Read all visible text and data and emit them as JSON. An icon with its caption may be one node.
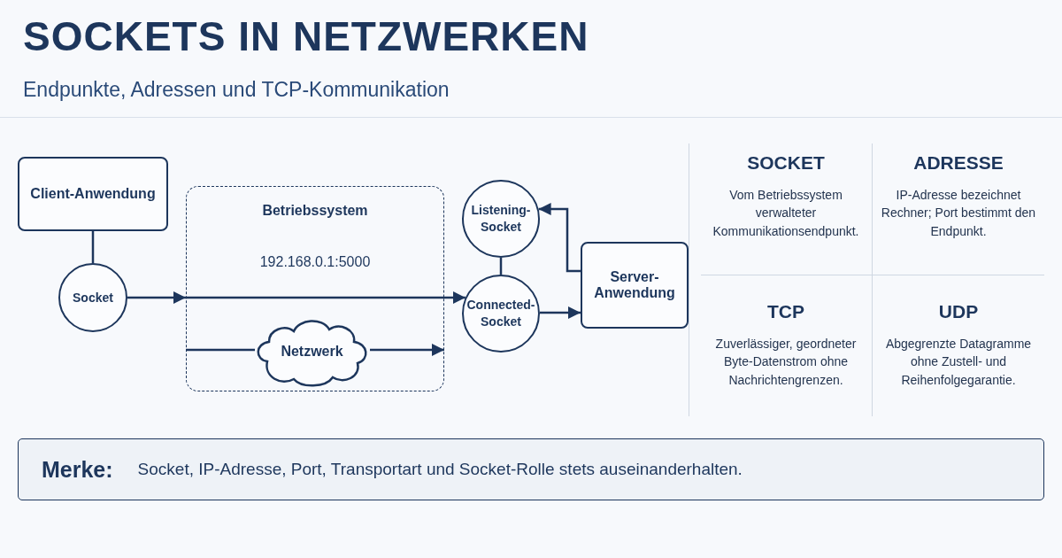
{
  "diagram": {
    "title": "SOCKETS IN NETZWERKEN",
    "nodes": [
      {
        "text": [
          "Client-Anwendung"
        ]
      },
      {
        "text": [
          "Socket"
        ]
      },
      {
        "text": [
          "Betriebssystem",
          "192.168.0.1:5000"
        ]
      },
      {
        "text": [
          "Netzwerk"
        ],
        "in": 2
      },
      {
        "text": [
          "Listening-Socket"
        ]
      },
      {
        "text": [
          "Connected-Socket"
        ]
      },
      {
        "text": [
          "Server-Anwendung"
        ]
      },
      {
        "text": [
          "Merke:",
          "Socket, IP-Adresse, Port, Transportart und Socket-Rolle stets auseinanderhalten."
        ]
      }
    ],
    "edges": [
      {
        "from": 0,
        "to": 1,
        "arrow": "none"
      },
      {
        "from": 1,
        "to": 2,
        "arrow": "to"
      },
      {
        "from": 2,
        "to": 5,
        "arrow": "to"
      },
      {
        "from": 2,
        "to": 3,
        "arrow": "none"
      },
      {
        "from": 3,
        "to": 2,
        "arrow": "to"
      },
      {
        "from": 4,
        "to": 5,
        "arrow": "none"
      },
      {
        "from": 6,
        "to": 4,
        "arrow": "to"
      },
      {
        "from": 5,
        "to": 6,
        "arrow": "to"
      }
    ],
    "labels": [
      "Endpunkte, Adressen und TCP-Kommunikation",
      "SOCKET",
      "ADRESSE",
      "Vom Betriebssystem verwalteter Kommunikationsendpunkt.",
      "IP-Adresse bezeichnet Rechner; Port bestimmt den Endpunkt.",
      "TCP",
      "UDP",
      "Zuverlässiger, geordneter Byte-Datenstrom ohne Nachrichtengrenzen.",
      "Abgegrenzte Datagramme ohne Zustell- und Reihenfolgegarantie."
    ]
  }
}
